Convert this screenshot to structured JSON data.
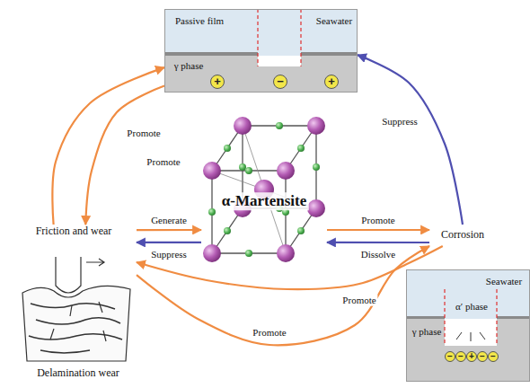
{
  "diagram": {
    "nodes": [
      {
        "text": [
          "Passive film",
          "Seawater",
          "γ phase",
          "+",
          "−",
          "+"
        ]
      },
      {
        "text": [
          "Friction and wear",
          "Delamination wear"
        ]
      },
      {
        "text": [
          "α-Martensite"
        ]
      },
      {
        "text": [
          "Corrosion"
        ]
      },
      {
        "text": [
          "Seawater",
          "α′ phase",
          "γ phase",
          "−",
          "−",
          "+",
          "−",
          "−"
        ]
      }
    ],
    "edges": [
      {
        "from": 1,
        "to": 0,
        "label": "Promote",
        "arrow": "to"
      },
      {
        "from": 0,
        "to": 1,
        "label": "Promote",
        "arrow": "to"
      },
      {
        "from": 3,
        "to": 0,
        "label": "Suppress",
        "arrow": "to"
      },
      {
        "from": 1,
        "to": 2,
        "label": "Generate",
        "arrow": "to"
      },
      {
        "from": 2,
        "to": 1,
        "label": "Suppress",
        "arrow": "to"
      },
      {
        "from": 2,
        "to": 3,
        "label": "Promote",
        "arrow": "to"
      },
      {
        "from": 3,
        "to": 2,
        "label": "Dissolve",
        "arrow": "to"
      },
      {
        "from": 3,
        "to": 1,
        "label": "Promote",
        "arrow": "to"
      },
      {
        "from": 1,
        "to": 3,
        "label": "Promote",
        "arrow": "to"
      }
    ]
  }
}
